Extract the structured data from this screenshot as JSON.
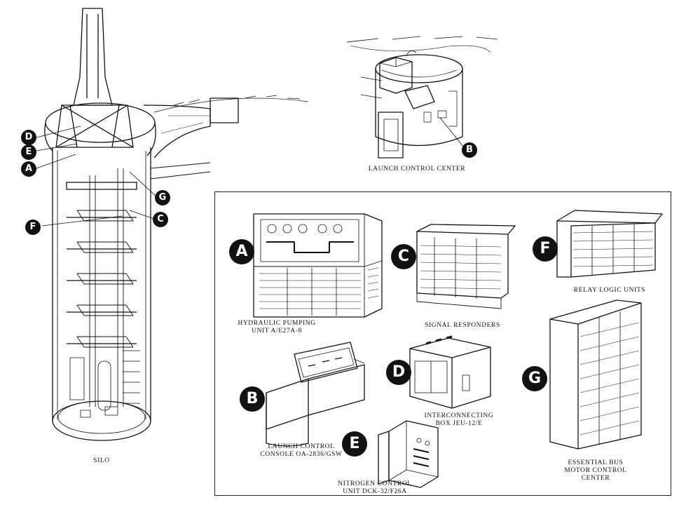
{
  "silo": {
    "title": "SILO"
  },
  "lcc": {
    "title": "LAUNCH CONTROL CENTER",
    "marker": "B"
  },
  "callouts": {
    "d": "D",
    "e": "E",
    "a": "A",
    "f": "F",
    "g": "G",
    "c": "C"
  },
  "components": [
    {
      "id": "A",
      "label_lines": [
        "HYDRAULIC PUMPING",
        "UNIT A/E27A-8"
      ]
    },
    {
      "id": "B",
      "label_lines": [
        "LAUNCH CONTROL",
        "CONSOLE OA-2836/GSW"
      ]
    },
    {
      "id": "C",
      "label_lines": [
        "SIGNAL RESPONDERS"
      ]
    },
    {
      "id": "D",
      "label_lines": [
        "INTERCONNECTING",
        "BOX JEU-12/E"
      ]
    },
    {
      "id": "E",
      "label_lines": [
        "NITROGEN CONTROL",
        "UNIT DCK-32/F26A"
      ]
    },
    {
      "id": "F",
      "label_lines": [
        "RELAY LOGIC UNITS"
      ]
    },
    {
      "id": "G",
      "label_lines": [
        "ESSENTIAL BUS",
        "MOTOR CONTROL",
        "CENTER"
      ]
    }
  ]
}
